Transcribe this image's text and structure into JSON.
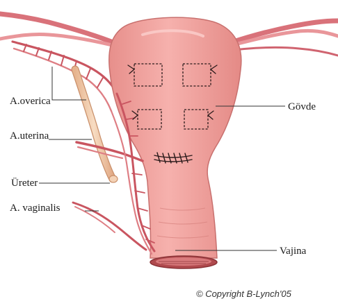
{
  "labels": {
    "ovarian_artery": "A.overica",
    "uterine_artery": "A.uterina",
    "ureter": "Üreter",
    "vaginal_artery": "A. vaginalis",
    "uterine_body": "Gövde",
    "vagina": "Vajina"
  },
  "copyright": "© Copyright B-Lynch'05",
  "colors": {
    "uterus_fill": "#f2a4a0",
    "uterus_shade": "#e38a86",
    "vessel": "#c95560",
    "vessel_light": "#de7e84",
    "ureter": "#f0c9a8",
    "background": "#ffffff"
  }
}
